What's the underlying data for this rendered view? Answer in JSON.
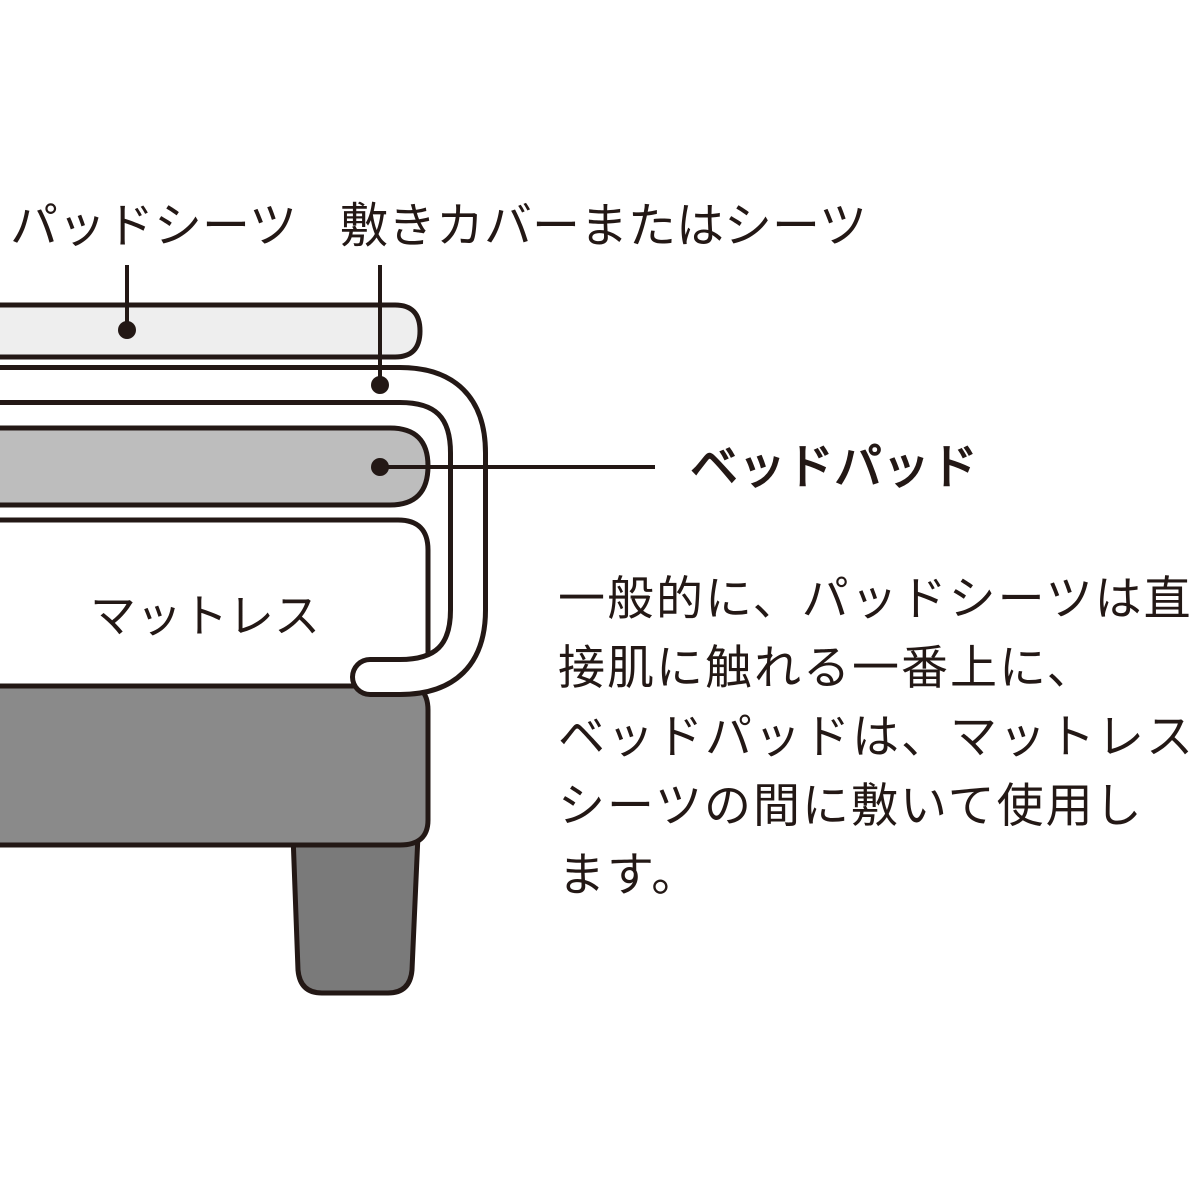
{
  "labels": {
    "pad_sheet": "パッドシーツ",
    "cover_sheet": "敷きカバーまたはシーツ",
    "bed_pad": "ベッドパッド",
    "mattress": "マットレス"
  },
  "description": {
    "lines": [
      "一般的に、パッドシーツは直",
      "接肌に触れる一番上に、",
      "ベッドパッドは、マットレスと",
      "シーツの間に敷いて使用し",
      "ます。"
    ]
  },
  "colors": {
    "outline": "#231815",
    "pad_sheet_fill": "#eeeeee",
    "bed_pad_fill": "#bdbdbd",
    "base_fill": "#8a8a8a",
    "leg_fill": "#7a7a7a"
  }
}
